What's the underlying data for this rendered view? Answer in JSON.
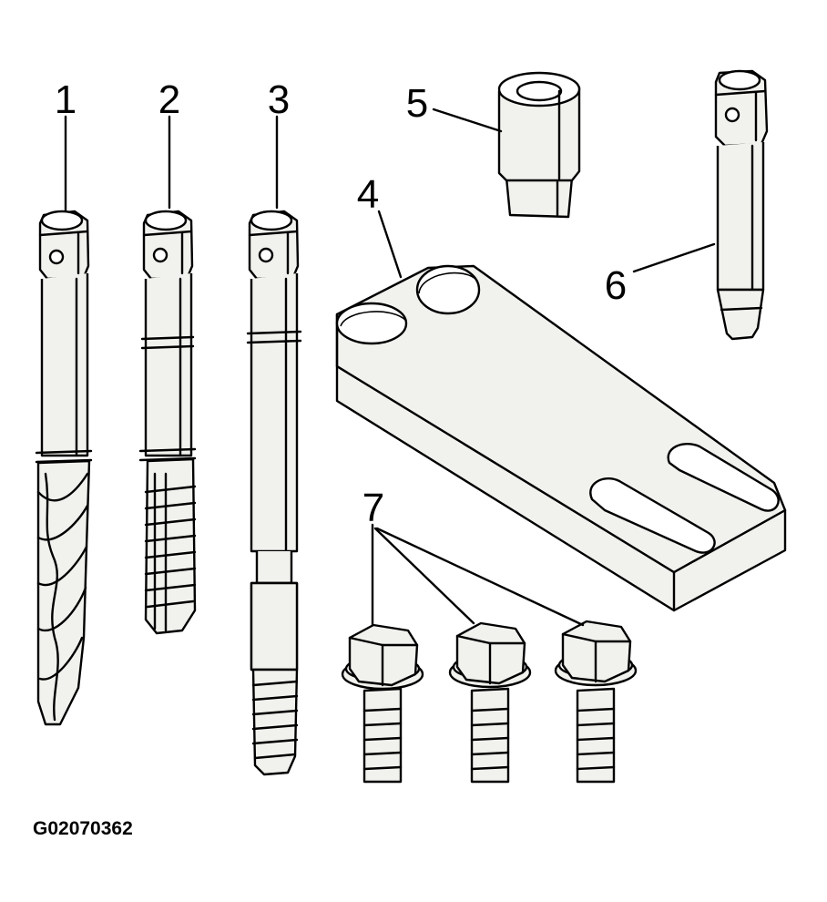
{
  "callouts": {
    "c1": "1",
    "c2": "2",
    "c3": "3",
    "c4": "4",
    "c5": "5",
    "c6": "6",
    "c7": "7"
  },
  "figure_code": "G02070362",
  "colors": {
    "line": "#000000",
    "part_fill": "#f1f1ee",
    "background": "#ffffff"
  }
}
